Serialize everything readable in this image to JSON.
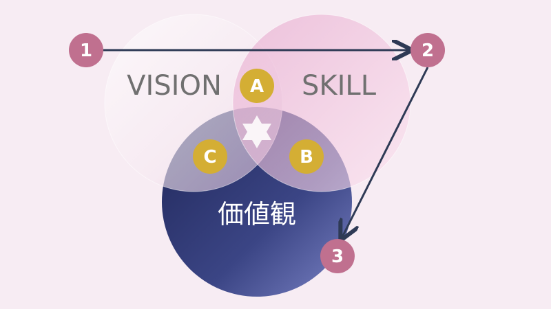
{
  "circles": {
    "vision": "VISION",
    "skill": "SKILL",
    "values": "価値観"
  },
  "intersections": {
    "a": "A",
    "b": "B",
    "c": "C"
  },
  "steps": [
    "1",
    "2",
    "3"
  ],
  "colors": {
    "background": "#f7ecf3",
    "step_badge": "#c0708f",
    "intersection_badge": "#d4ae34",
    "arrow": "#2e3a55",
    "values_circle": "#2a3163"
  }
}
